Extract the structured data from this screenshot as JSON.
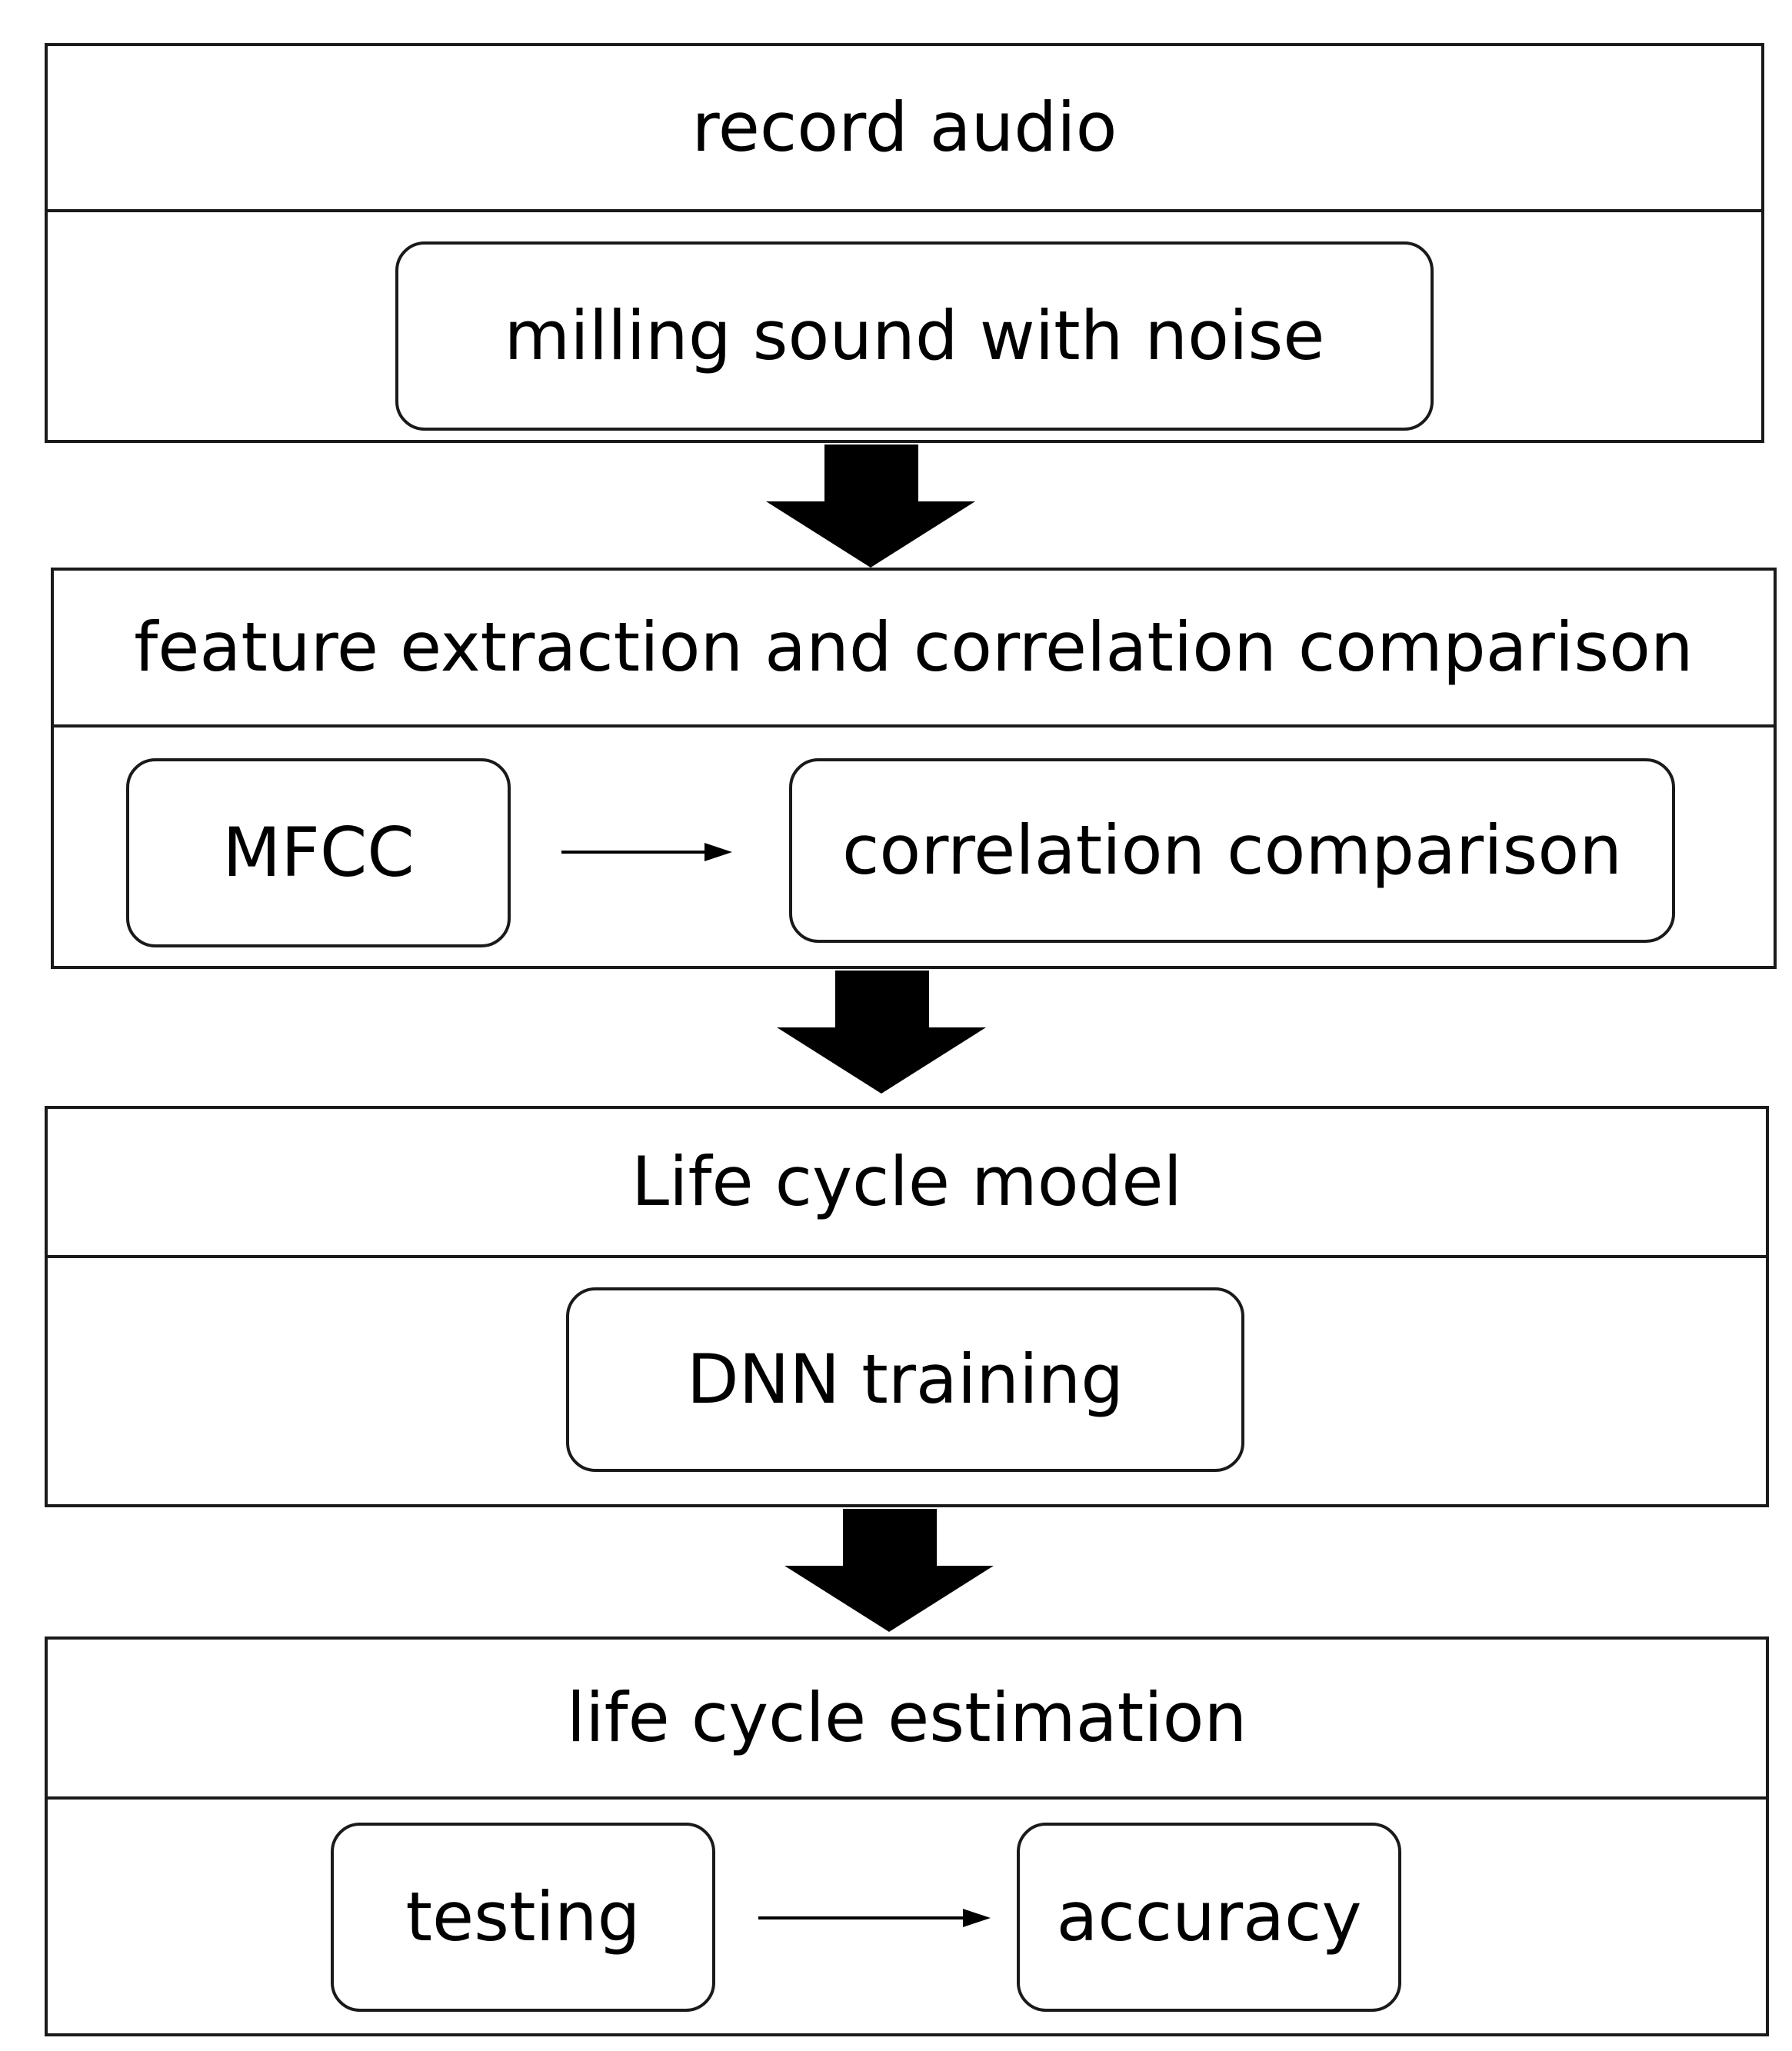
{
  "diagram": {
    "stages": [
      {
        "title": "record audio",
        "nodes": [
          "milling sound with noise"
        ]
      },
      {
        "title": "feature extraction and correlation comparison",
        "nodes": [
          "MFCC",
          "correlation comparison"
        ]
      },
      {
        "title": "Life cycle model",
        "nodes": [
          "DNN training"
        ]
      },
      {
        "title": "life cycle estimation",
        "nodes": [
          "testing",
          "accuracy"
        ]
      }
    ],
    "colors": {
      "line": "#1a1a1a",
      "arrow": "#000000",
      "background": "#ffffff"
    },
    "icons": [
      "down-block-arrow",
      "right-arrow"
    ]
  }
}
